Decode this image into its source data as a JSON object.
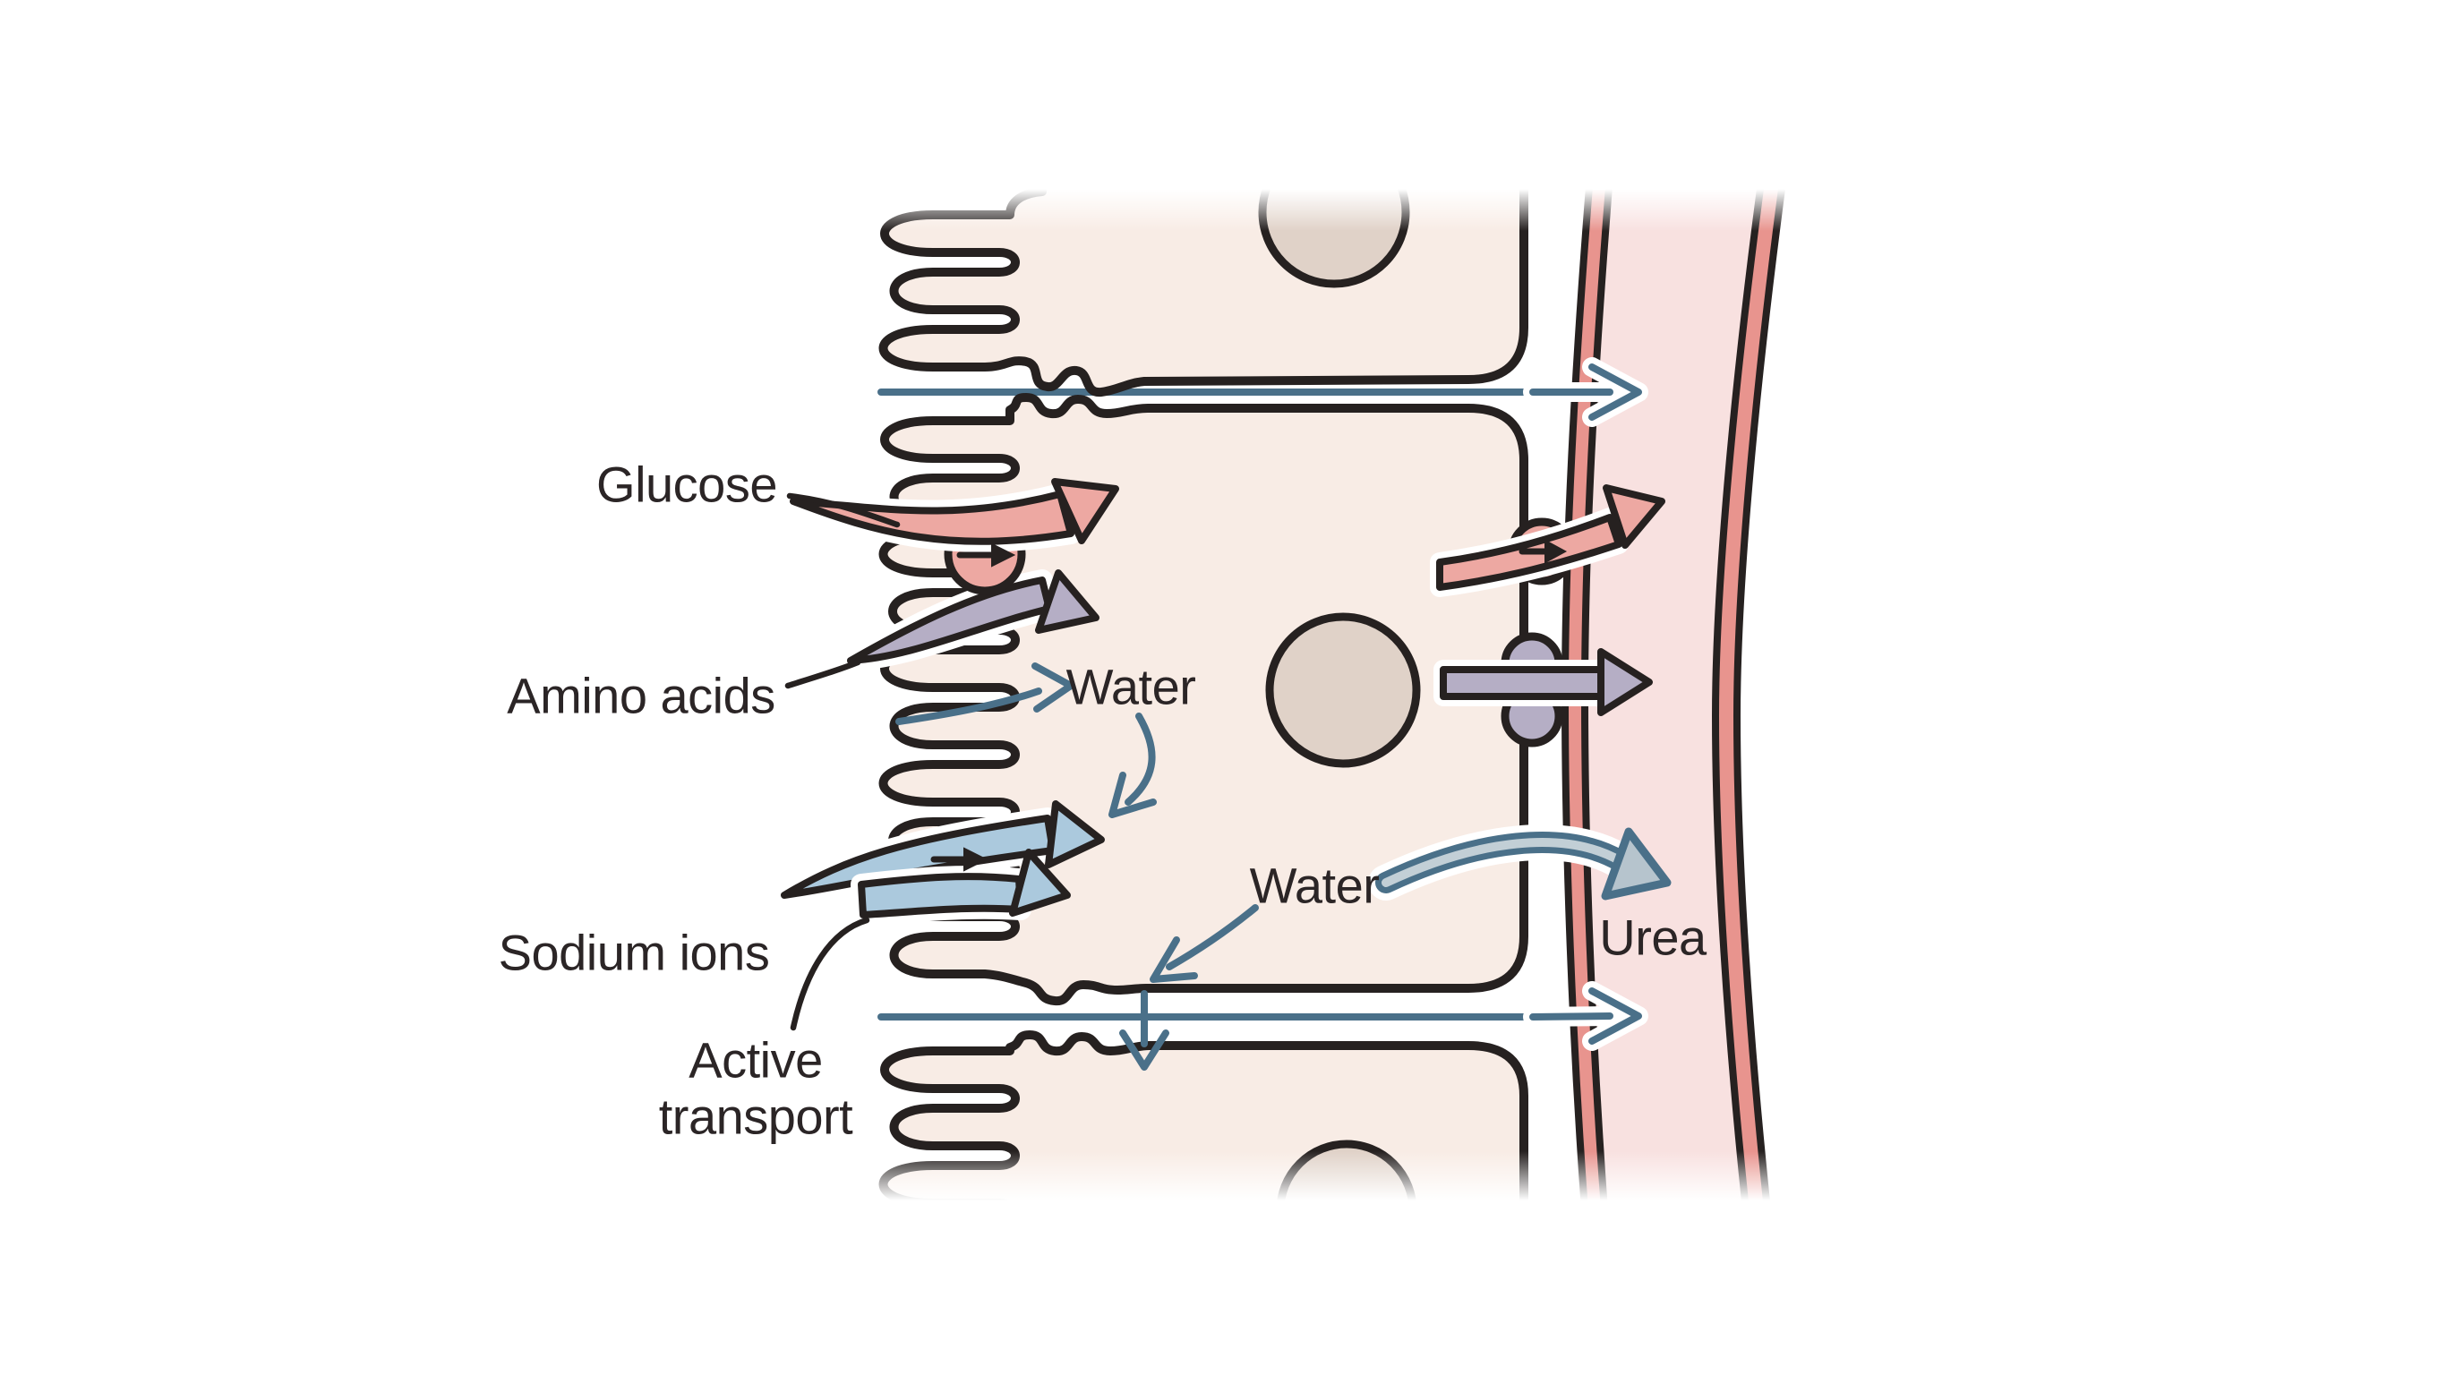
{
  "diagram": {
    "description": "Absorption of digested food across intestinal epithelial cells into a blood capillary",
    "labels": {
      "glucose": "Glucose",
      "amino_acids": "Amino acids",
      "water_apical": "Water",
      "sodium_ions": "Sodium ions",
      "active_transport": "Active transport",
      "water_basolateral": "Water",
      "urea": "Urea"
    },
    "colors": {
      "background": "#ffffff",
      "outline": "#262120",
      "text": "#2b2526",
      "cell_fill": "#f8ece5",
      "nucleus_fill": "#e0d2c8",
      "glucose_pink": "#eda8a2",
      "amino_gray": "#b5aec5",
      "sodium_blue": "#abc9dd",
      "water_slate": "#4a7089",
      "water_arrow_core": "#c2cfd6",
      "capillary_wall": "#e8948e",
      "capillary_lumen": "#f8e1e0"
    }
  }
}
